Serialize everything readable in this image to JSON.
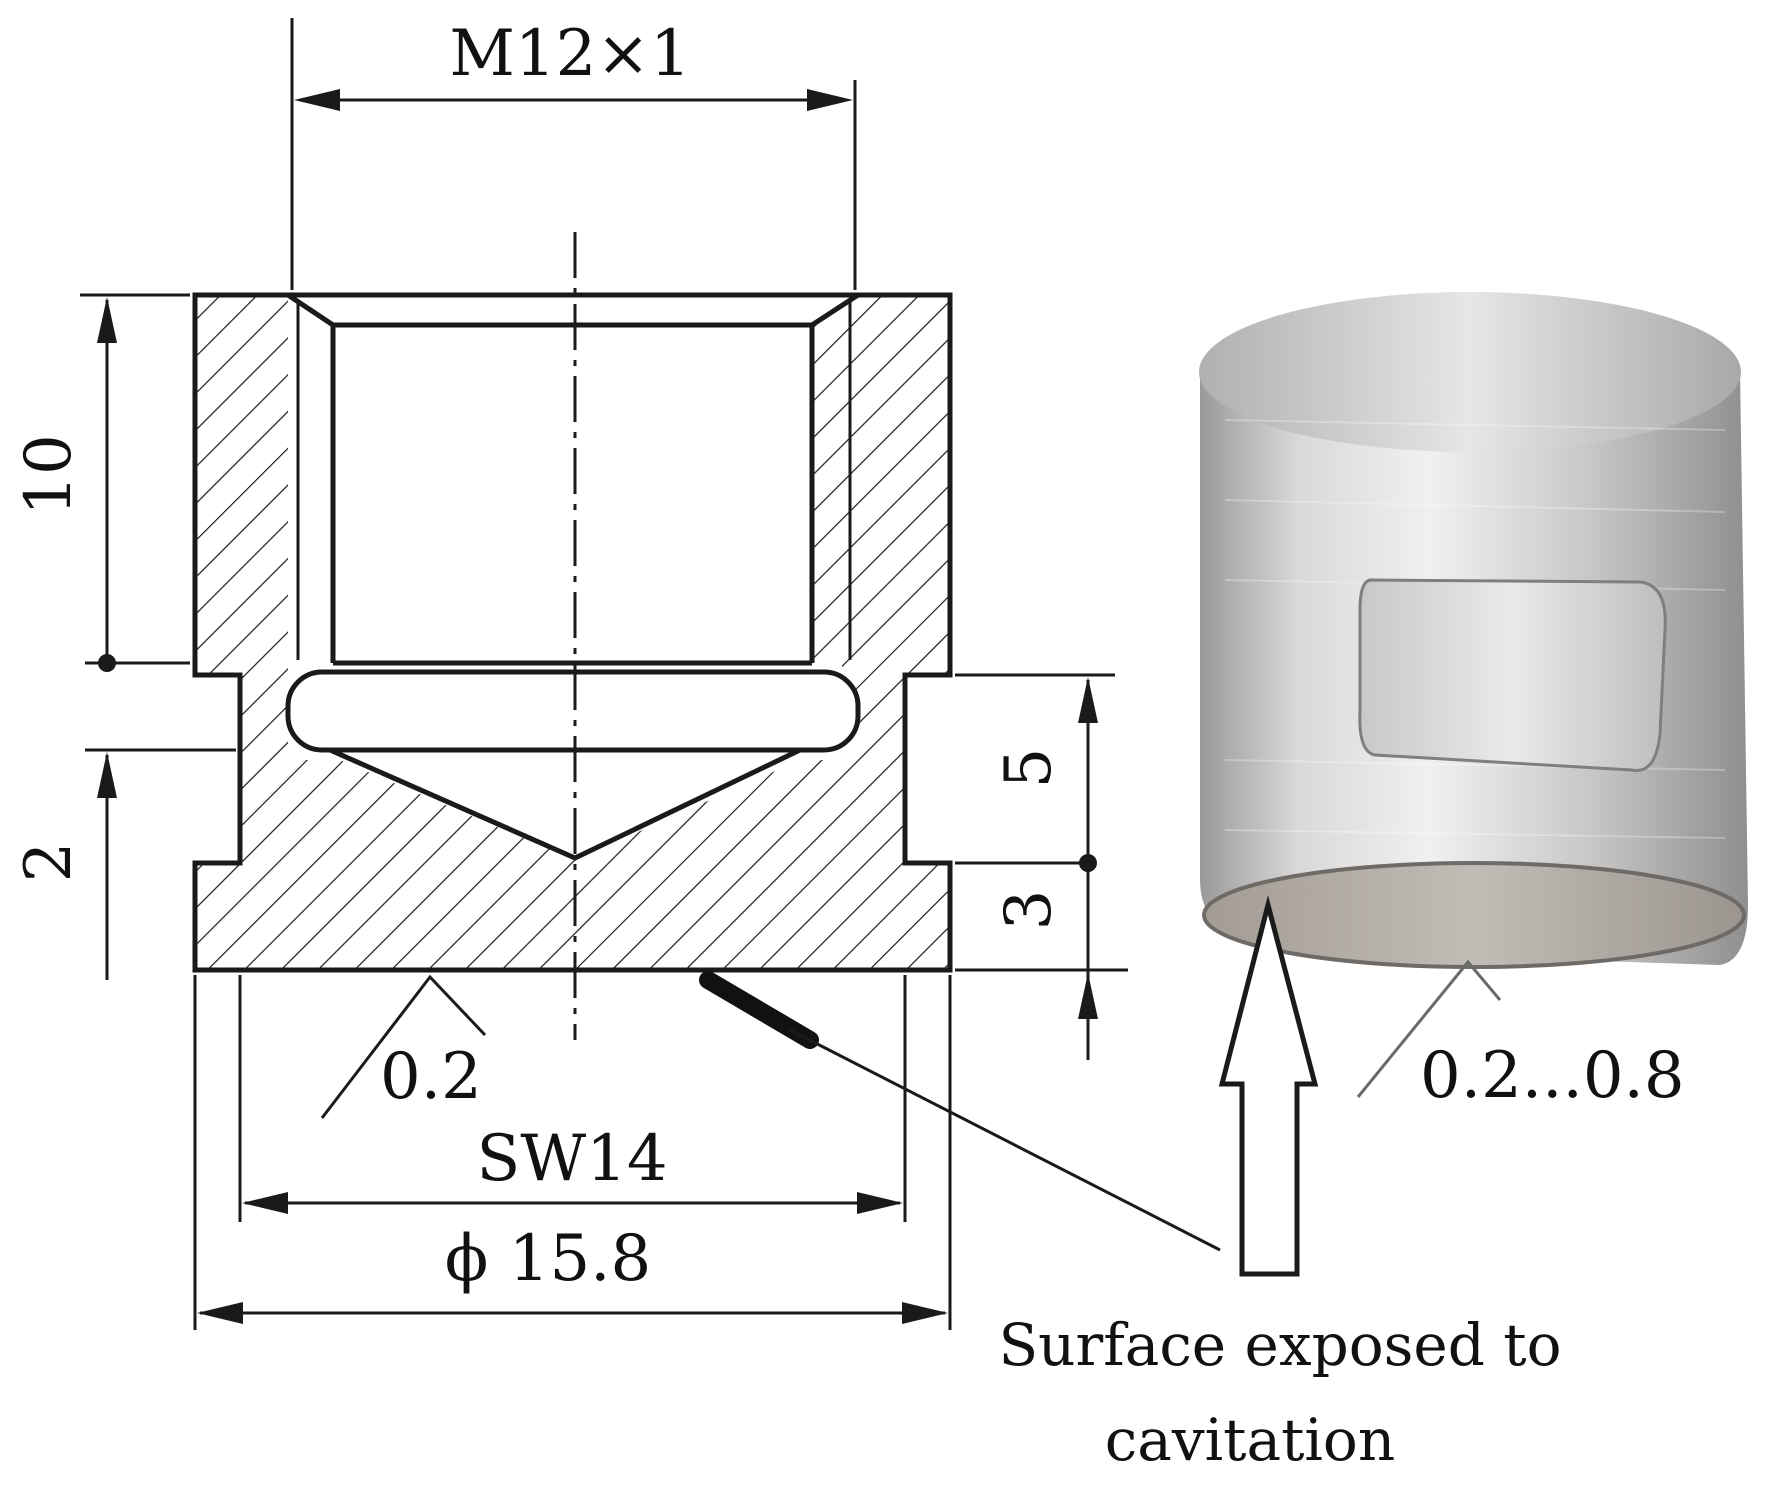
{
  "drawing": {
    "thread_label": "M12×1",
    "height_top_label": "10",
    "height_bottom_label": "2",
    "step_label_upper": "5",
    "step_label_lower": "3",
    "roughness_left_label": "0.2",
    "wrench_size_label": "SW14",
    "diameter_label": "ϕ 15.8"
  },
  "photo": {
    "roughness_label": "0.2...0.8"
  },
  "caption": {
    "line1": "Surface exposed to",
    "line2": "cavitation"
  },
  "colors": {
    "line": "#1a1a1a",
    "hatch": "#1a1a1a",
    "metal_light": "#e4e4e4",
    "metal_dark": "#8c8c8c"
  }
}
